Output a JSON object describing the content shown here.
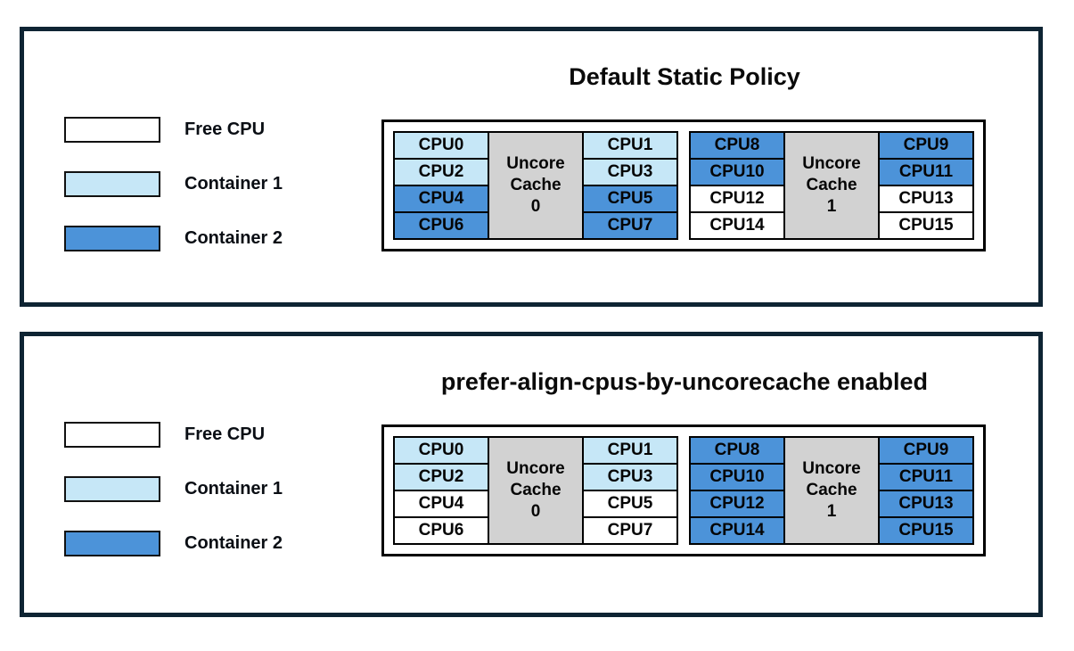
{
  "colors": {
    "free_cpu": "#ffffff",
    "container1": "#c6e7f7",
    "container2": "#4c93d9",
    "uncore_cache_fill": "#d2d2d2",
    "panel_border": "#0e2433",
    "cell_border": "#000000"
  },
  "legend": {
    "items": [
      {
        "label": "Free CPU",
        "state": "free"
      },
      {
        "label": "Container 1",
        "state": "container1"
      },
      {
        "label": "Container 2",
        "state": "container2"
      }
    ]
  },
  "panels": [
    {
      "title": "Default Static Policy",
      "groups": [
        {
          "cache": [
            "Uncore",
            "Cache",
            "0"
          ],
          "left": [
            {
              "label": "CPU0",
              "state": "container1"
            },
            {
              "label": "CPU2",
              "state": "container1"
            },
            {
              "label": "CPU4",
              "state": "container2"
            },
            {
              "label": "CPU6",
              "state": "container2"
            }
          ],
          "right": [
            {
              "label": "CPU1",
              "state": "container1"
            },
            {
              "label": "CPU3",
              "state": "container1"
            },
            {
              "label": "CPU5",
              "state": "container2"
            },
            {
              "label": "CPU7",
              "state": "container2"
            }
          ]
        },
        {
          "cache": [
            "Uncore",
            "Cache",
            "1"
          ],
          "left": [
            {
              "label": "CPU8",
              "state": "container2"
            },
            {
              "label": "CPU10",
              "state": "container2"
            },
            {
              "label": "CPU12",
              "state": "free"
            },
            {
              "label": "CPU14",
              "state": "free"
            }
          ],
          "right": [
            {
              "label": "CPU9",
              "state": "container2"
            },
            {
              "label": "CPU11",
              "state": "container2"
            },
            {
              "label": "CPU13",
              "state": "free"
            },
            {
              "label": "CPU15",
              "state": "free"
            }
          ]
        }
      ]
    },
    {
      "title": "prefer-align-cpus-by-uncorecache enabled",
      "groups": [
        {
          "cache": [
            "Uncore",
            "Cache",
            "0"
          ],
          "left": [
            {
              "label": "CPU0",
              "state": "container1"
            },
            {
              "label": "CPU2",
              "state": "container1"
            },
            {
              "label": "CPU4",
              "state": "free"
            },
            {
              "label": "CPU6",
              "state": "free"
            }
          ],
          "right": [
            {
              "label": "CPU1",
              "state": "container1"
            },
            {
              "label": "CPU3",
              "state": "container1"
            },
            {
              "label": "CPU5",
              "state": "free"
            },
            {
              "label": "CPU7",
              "state": "free"
            }
          ]
        },
        {
          "cache": [
            "Uncore",
            "Cache",
            "1"
          ],
          "left": [
            {
              "label": "CPU8",
              "state": "container2"
            },
            {
              "label": "CPU10",
              "state": "container2"
            },
            {
              "label": "CPU12",
              "state": "container2"
            },
            {
              "label": "CPU14",
              "state": "container2"
            }
          ],
          "right": [
            {
              "label": "CPU9",
              "state": "container2"
            },
            {
              "label": "CPU11",
              "state": "container2"
            },
            {
              "label": "CPU13",
              "state": "container2"
            },
            {
              "label": "CPU15",
              "state": "container2"
            }
          ]
        }
      ]
    }
  ]
}
